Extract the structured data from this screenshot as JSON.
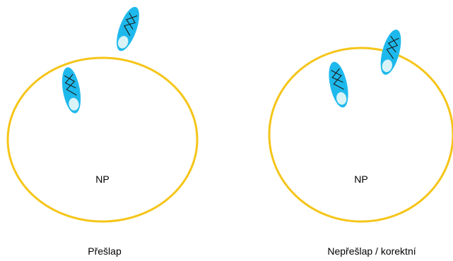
{
  "colors": {
    "circle_stroke": "#F5C518",
    "shoe_fill": "#1EB9EC",
    "heel_fill": "#D9F3F7",
    "lace_stroke": "#1a1a1a"
  },
  "panels": [
    {
      "center_label": "NP",
      "caption": "Přešlap",
      "foot_outside_circle": true,
      "icons": [
        "shoe-outside-circle-icon",
        "shoe-inside-circle-icon"
      ]
    },
    {
      "center_label": "NP",
      "caption": "Nepřešlap / korektní",
      "foot_outside_circle": false,
      "icons": [
        "shoe-inside-circle-icon",
        "shoe-inside-circle-icon"
      ]
    }
  ]
}
